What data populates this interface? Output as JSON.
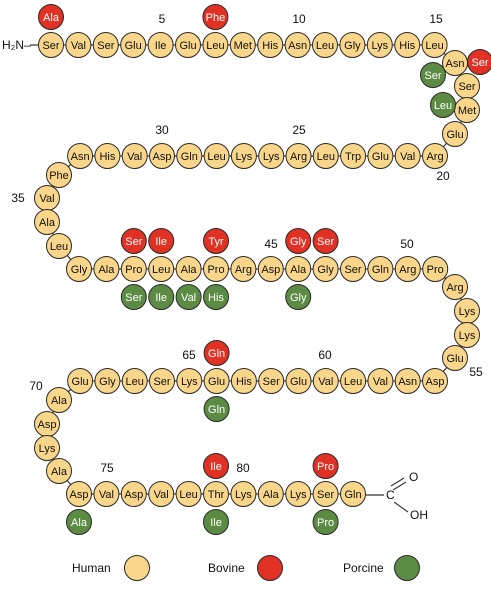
{
  "colors": {
    "human": "#f9d68a",
    "bovine": "#e03124",
    "porcine": "#5c8c44",
    "stroke": "#2a2a2a",
    "bond": "#333333",
    "bovine_text": "#ffffff",
    "porcine_text": "#ffffff",
    "human_text": "#111111"
  },
  "n_terminus": "H₂N–",
  "c_terminus": {
    "carbon": "C",
    "oxygen": "O",
    "hydroxyl": "OH"
  },
  "numbers": [
    "5",
    "10",
    "15",
    "20",
    "25",
    "30",
    "35",
    "45",
    "50",
    "55",
    "60",
    "65",
    "70",
    "75",
    "80"
  ],
  "human_sequence": [
    "Ser",
    "Val",
    "Ser",
    "Glu",
    "Ile",
    "Glu",
    "Leu",
    "Met",
    "His",
    "Asn",
    "Leu",
    "Gly",
    "Lys",
    "His",
    "Leu",
    "Asn",
    "Ser",
    "Met",
    "Glu",
    "Arg",
    "Val",
    "Glu",
    "Trp",
    "Leu",
    "Arg",
    "Lys",
    "Lys",
    "Leu",
    "Gln",
    "Asp",
    "Val",
    "His",
    "Asn",
    "Phe",
    "Val",
    "Ala",
    "Leu",
    "Gly",
    "Ala",
    "Pro",
    "Leu",
    "Ala",
    "Pro",
    "Arg",
    "Asp",
    "Ala",
    "Gly",
    "Ser",
    "Gln",
    "Arg",
    "Pro",
    "Arg",
    "Lys",
    "Lys",
    "Glu",
    "Asp",
    "Asn",
    "Val",
    "Leu",
    "Val",
    "Glu",
    "Ser",
    "His",
    "Glu",
    "Lys",
    "Ser",
    "Leu",
    "Gly",
    "Glu",
    "Ala",
    "Asp",
    "Lys",
    "Ala",
    "Asp",
    "Val",
    "Asp",
    "Val",
    "Leu",
    "Thr",
    "Lys",
    "Ala",
    "Lys",
    "Ser",
    "Gln"
  ],
  "bovine_variants": [
    {
      "pos": 1,
      "aa": "Ala"
    },
    {
      "pos": 7,
      "aa": "Phe"
    },
    {
      "pos": 16,
      "aa": "Ser"
    },
    {
      "pos": 40,
      "aa": "Ser"
    },
    {
      "pos": 41,
      "aa": "Ile"
    },
    {
      "pos": 43,
      "aa": "Tyr"
    },
    {
      "pos": 46,
      "aa": "Gly"
    },
    {
      "pos": 47,
      "aa": "Ser"
    },
    {
      "pos": 64,
      "aa": "Gln"
    },
    {
      "pos": 79,
      "aa": "Ile"
    },
    {
      "pos": 83,
      "aa": "Pro"
    }
  ],
  "porcine_variants": [
    {
      "pos": 16,
      "aa": "Ser"
    },
    {
      "pos": 18,
      "aa": "Leu"
    },
    {
      "pos": 40,
      "aa": "Ser"
    },
    {
      "pos": 41,
      "aa": "Ile"
    },
    {
      "pos": 42,
      "aa": "Val"
    },
    {
      "pos": 43,
      "aa": "His"
    },
    {
      "pos": 46,
      "aa": "Gly"
    },
    {
      "pos": 64,
      "aa": "Gln"
    },
    {
      "pos": 74,
      "aa": "Ala"
    },
    {
      "pos": 79,
      "aa": "Ile"
    },
    {
      "pos": 83,
      "aa": "Pro"
    }
  ],
  "legend": [
    {
      "label": "Human",
      "key": "human"
    },
    {
      "label": "Bovine",
      "key": "bovine"
    },
    {
      "label": "Porcine",
      "key": "porcine"
    }
  ]
}
